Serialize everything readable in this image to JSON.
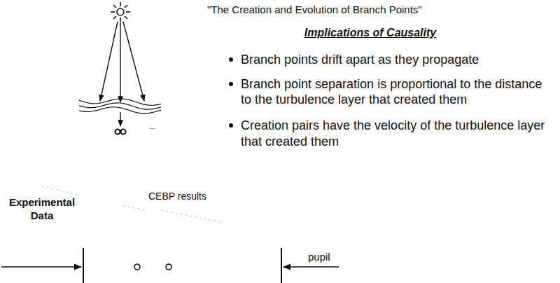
{
  "diagram": {
    "title": "\"The Creation and Evolution of Branch Points\"",
    "labels": [
      "Implications of Causality",
      "Branch points drift apart as they propagate",
      "Branch point separation is proportional to the distance to the turbulence layer that created them",
      "Creation pairs have the velocity of the turbulence layer that created them",
      "CEBP results",
      "Experimental Data",
      "pupil"
    ]
  }
}
